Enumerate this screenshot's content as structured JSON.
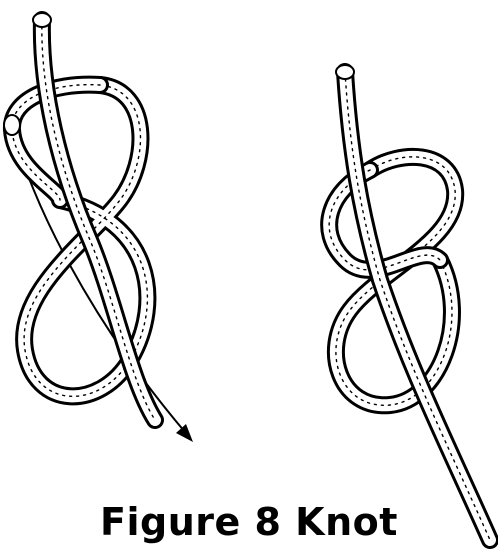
{
  "caption": "Figure 8 Knot",
  "illustrations": [
    {
      "name": "figure-8-knot-loose"
    },
    {
      "name": "figure-8-knot-tight"
    }
  ],
  "colors": {
    "ink": "#000000",
    "paper": "#ffffff"
  }
}
